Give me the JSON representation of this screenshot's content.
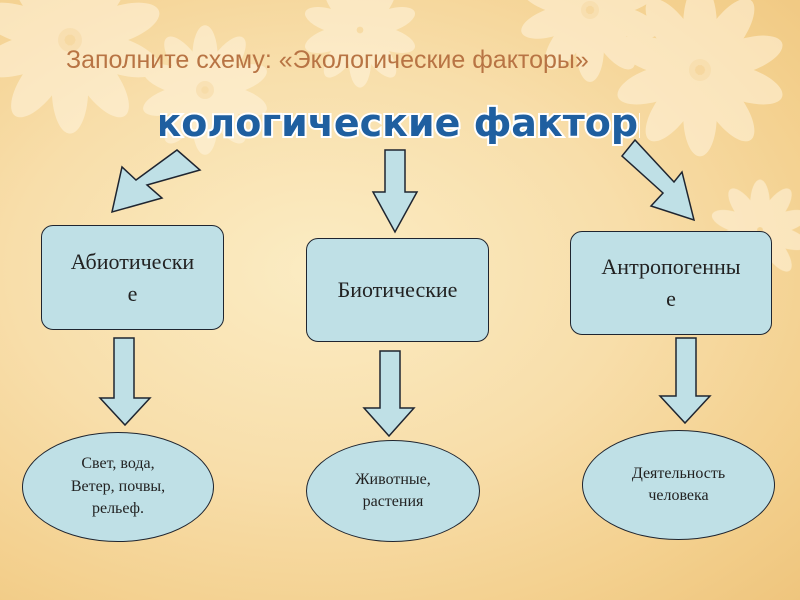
{
  "slide": {
    "subtitle": "Заполните схему: «Экологические факторы»",
    "title": "Экологические факторы"
  },
  "categories": [
    {
      "label": "Абиотически\nе"
    },
    {
      "label": "Биотические"
    },
    {
      "label": "Антропогенны\nе"
    }
  ],
  "examples": [
    {
      "label": "Свет, вода,\nВетер, почвы,\nрельеф."
    },
    {
      "label": "Животные,\nрастения"
    },
    {
      "label": "Деятельность\nчеловека"
    }
  ],
  "colors": {
    "box_fill": "#bfe0e6",
    "outline": "#1f2530",
    "subtitle_text": "#b87444",
    "title_fill": "#1f5fa0",
    "arrow_fill": "#bfe0e6"
  }
}
